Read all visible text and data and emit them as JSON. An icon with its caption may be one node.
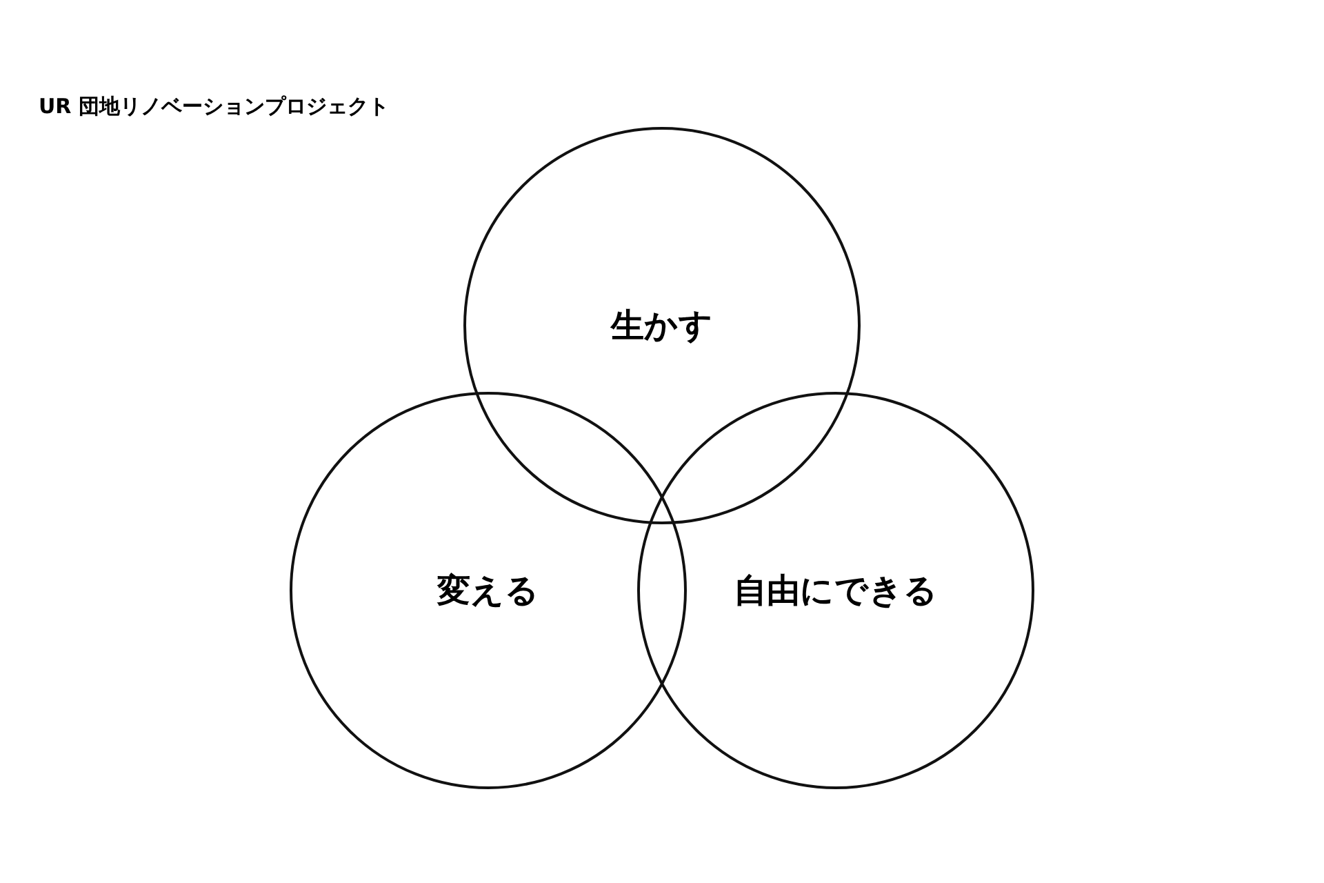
{
  "diagram": {
    "title": "UR 団地リノベーションプロジェクト",
    "nodes": [
      {
        "text": [
          "生かす"
        ]
      },
      {
        "text": [
          "変える"
        ]
      },
      {
        "text": [
          "自由にできる"
        ]
      }
    ]
  }
}
